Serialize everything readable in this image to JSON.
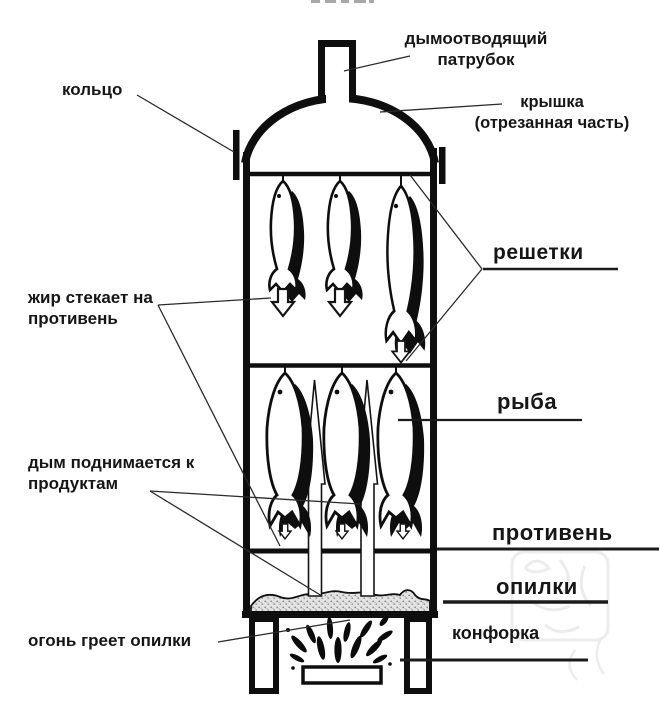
{
  "diagram": {
    "subject": "smoker-from-gas-cylinder-schematic",
    "colors": {
      "ink": "#141414",
      "paper": "#ffffff",
      "watermark": "#c9c9c9",
      "sawdust_dot": "#8a8a8a"
    },
    "labels": {
      "smoke_pipe": {
        "line1": "дымоотводящий",
        "line2": "патрубок"
      },
      "ring": {
        "text": "кольцо"
      },
      "lid": {
        "line1": "крышка",
        "line2": "(отрезанная часть)"
      },
      "grates": {
        "text": "решетки"
      },
      "fat": {
        "line1": "жир стекает на",
        "line2": "противень"
      },
      "fish": {
        "text": "рыба"
      },
      "smoke_rises": {
        "line1": "дым поднимается к",
        "line2": "продуктам"
      },
      "tray": {
        "text": "противень"
      },
      "sawdust": {
        "text": "опилки"
      },
      "fire": {
        "text": "огонь греет опилки"
      },
      "burner": {
        "text": "конфорка"
      }
    },
    "icons": [
      {
        "name": "fish-icon",
        "meaning": "hanging fish being smoked",
        "count_upper": 3,
        "count_lower": 3
      },
      {
        "name": "fat-drip-arrow-icon",
        "meaning": "fat dripping down onto tray"
      },
      {
        "name": "smoke-arrow-icon",
        "meaning": "smoke rising from sawdust to products"
      },
      {
        "name": "fire-icon",
        "meaning": "flames of burner heating sawdust"
      }
    ]
  }
}
